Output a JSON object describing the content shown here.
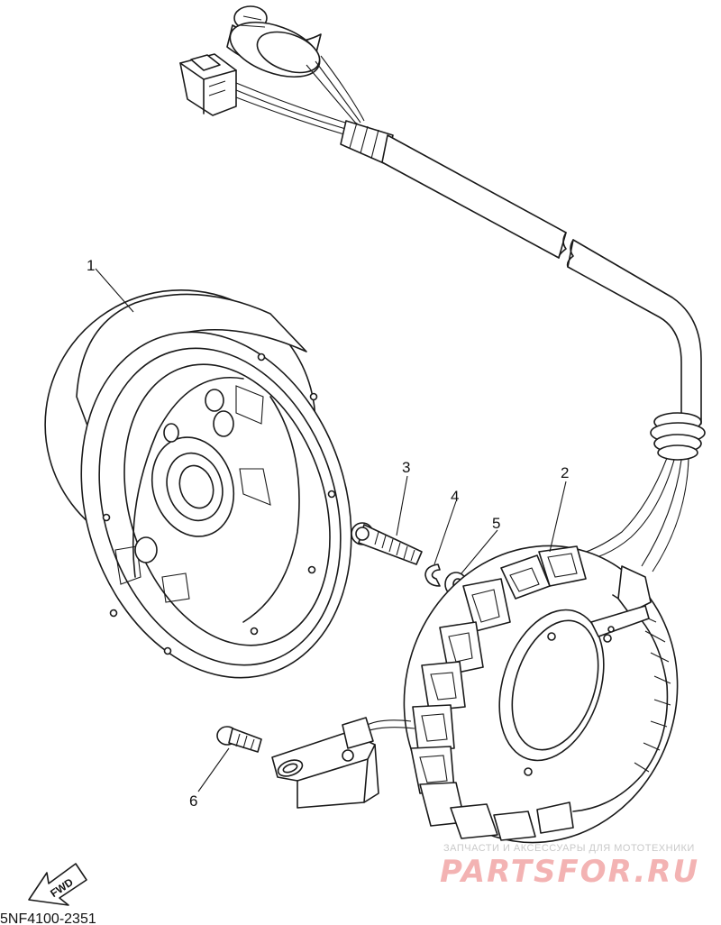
{
  "callouts": {
    "p1": "1",
    "p2": "2",
    "p3": "3",
    "p4": "4",
    "p5": "5",
    "p6": "6"
  },
  "direction_label": "FWD",
  "diagram_code": "5NF4100-2351",
  "watermark": {
    "tagline": "ЗАПЧАСТИ И АКСЕССУАРЫ ДЛЯ МОТОТЕХНИКИ",
    "brand": "PARTSFOR.RU"
  },
  "colors": {
    "line": "#1a1a1a",
    "watermark_brand": "#f3b3b3",
    "watermark_tagline": "#c9c9c9"
  }
}
